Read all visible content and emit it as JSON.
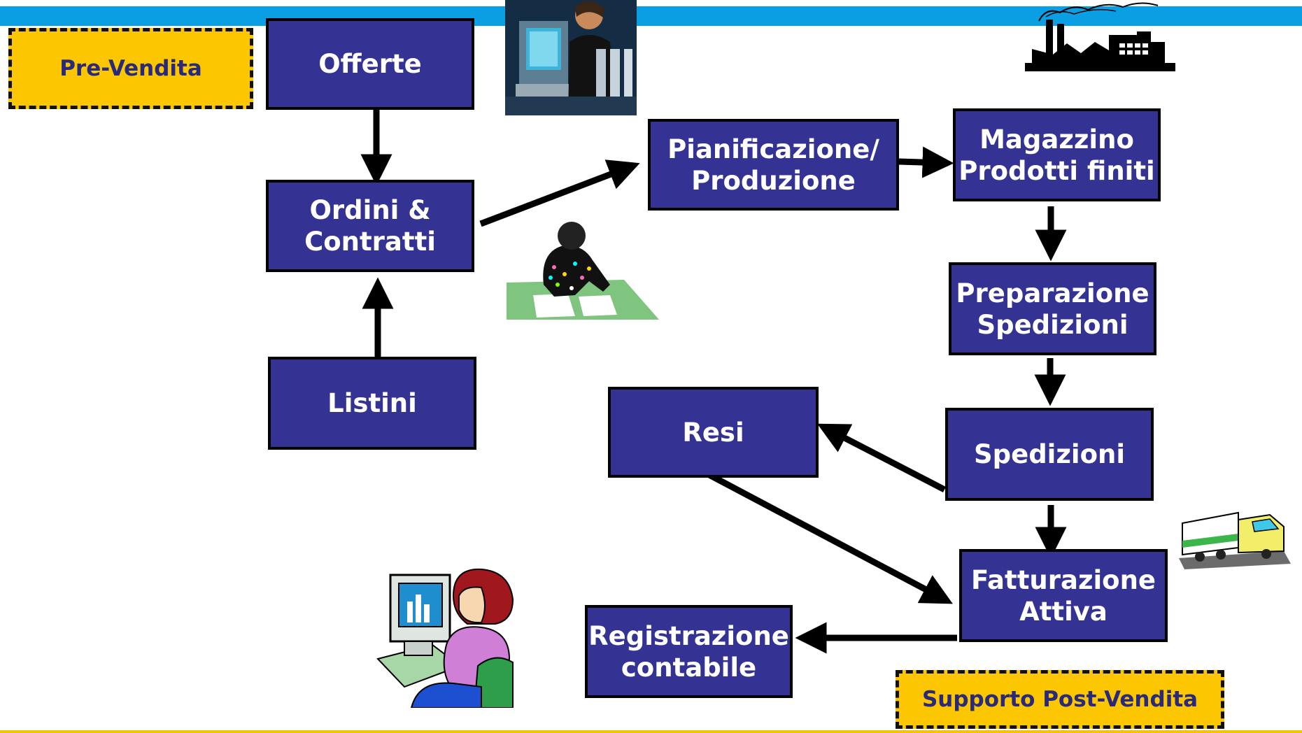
{
  "callouts": {
    "pre_vendita": "Pre-Vendita",
    "post_vendita": "Supporto Post-Vendita"
  },
  "boxes": {
    "offerte": "Offerte",
    "ordini": "Ordini &\nContratti",
    "listini": "Listini",
    "pianificazione": "Pianificazione/\nProduzione",
    "magazzino": "Magazzino\nProdotti finiti",
    "preparazione": "Preparazione\nSpedizioni",
    "spedizioni": "Spedizioni",
    "resi": "Resi",
    "fatturazione": "Fatturazione\nAttiva",
    "registrazione": "Registrazione\ncontabile"
  },
  "colors": {
    "box_fill": "#343393",
    "callout_fill": "#fcc600",
    "top_bar": "#0a9ee3",
    "arrow": "#000000"
  },
  "icons": [
    "operator-phone-photo",
    "factory-icon",
    "worker-at-table-icon",
    "woman-at-computer-icon",
    "truck-icon"
  ]
}
